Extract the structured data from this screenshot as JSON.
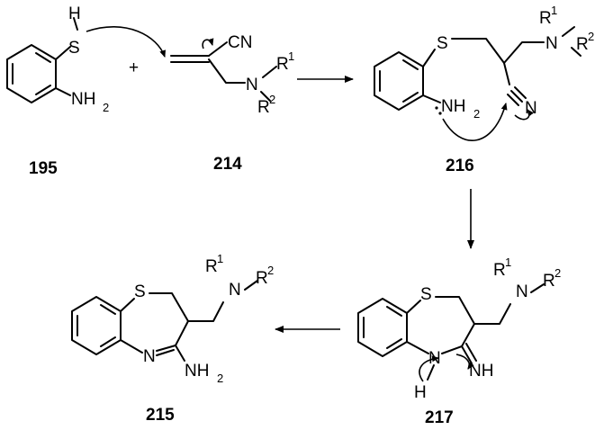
{
  "atoms": {
    "S": "S",
    "H": "H",
    "N": "N",
    "NH2": "NH",
    "NH": "NH",
    "CN": "CN",
    "R": "R",
    "sub2": "2",
    "sup1": "1",
    "sup2": "2",
    "plus": "+"
  },
  "compounds": {
    "c195": "195",
    "c214": "214",
    "c216": "216",
    "c217": "217",
    "c215": "215"
  }
}
